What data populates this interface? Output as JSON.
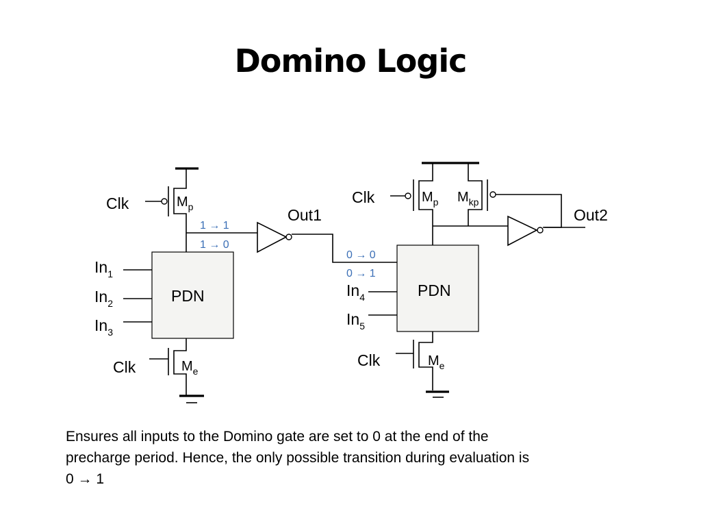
{
  "title": "Domino Logic",
  "stage1": {
    "clk_top": "Clk",
    "mp": {
      "main": "M",
      "sub": "p"
    },
    "out": "Out1",
    "trans_a": "1 → 1",
    "trans_b": "1 → 0",
    "inputs": [
      {
        "main": "In",
        "sub": "1"
      },
      {
        "main": "In",
        "sub": "2"
      },
      {
        "main": "In",
        "sub": "3"
      }
    ],
    "pdn": "PDN",
    "clk_bottom": "Clk",
    "me": {
      "main": "M",
      "sub": "e"
    }
  },
  "stage2": {
    "clk_top": "Clk",
    "mp": {
      "main": "M",
      "sub": "p"
    },
    "mkp": {
      "main": "M",
      "sub": "kp"
    },
    "out": "Out2",
    "trans_a": "0 → 0",
    "trans_b": "0 → 1",
    "inputs": [
      {
        "main": "In",
        "sub": "4"
      },
      {
        "main": "In",
        "sub": "5"
      }
    ],
    "pdn": "PDN",
    "clk_bottom": "Clk",
    "me": {
      "main": "M",
      "sub": "e"
    }
  },
  "caption": {
    "line1": "Ensures all inputs to the Domino gate are set to 0 at the end of the",
    "line2": "precharge period.  Hence, the only possible transition during evaluation is",
    "line3": "0 → 1"
  }
}
